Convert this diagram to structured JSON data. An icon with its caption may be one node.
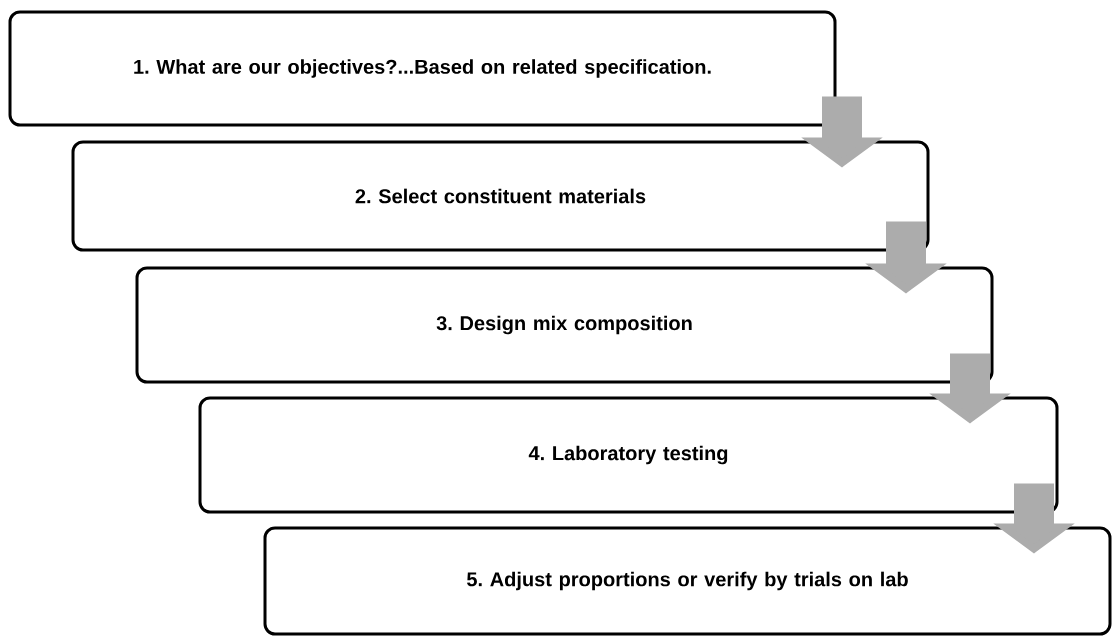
{
  "diagram": {
    "nodes": [
      {
        "text": [
          "1. What are our objectives?...Based on related specification."
        ]
      },
      {
        "text": [
          "2. Select constituent materials"
        ]
      },
      {
        "text": [
          "3. Design mix composition"
        ]
      },
      {
        "text": [
          "4. Laboratory testing"
        ]
      },
      {
        "text": [
          "5. Adjust proportions or verify by trials on lab"
        ]
      }
    ],
    "edges": [
      {
        "from": 0,
        "to": 1,
        "arrow": "to"
      },
      {
        "from": 1,
        "to": 2,
        "arrow": "to"
      },
      {
        "from": 2,
        "to": 3,
        "arrow": "to"
      },
      {
        "from": 3,
        "to": 4,
        "arrow": "to"
      }
    ]
  }
}
